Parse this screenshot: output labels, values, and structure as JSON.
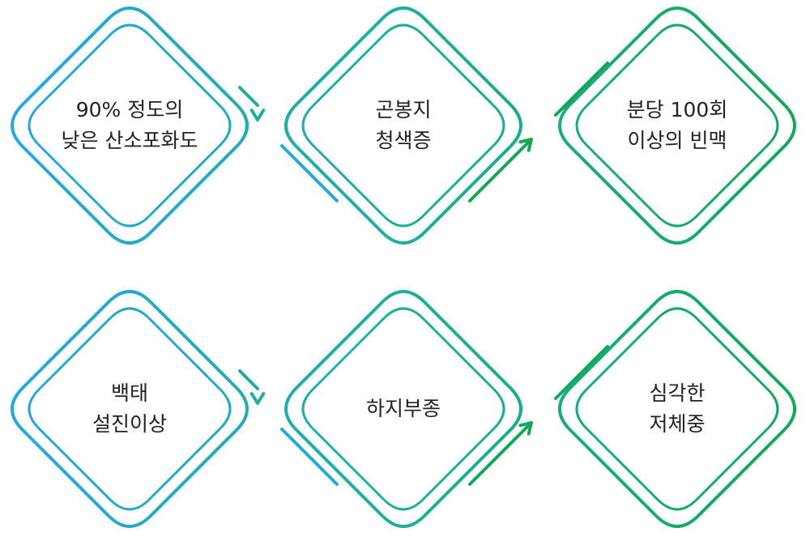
{
  "colors": {
    "blue": "#2aa7e0",
    "teal": "#1fae9a",
    "green": "#13a856",
    "text": "#222222"
  },
  "steps": [
    {
      "lines": [
        "90% 정도의",
        "낮은 산소포화도"
      ]
    },
    {
      "lines": [
        "곤봉지",
        "청색증"
      ]
    },
    {
      "lines": [
        "분당 100회",
        "이상의 빈맥"
      ]
    },
    {
      "lines": [
        "백태",
        "설진이상"
      ]
    },
    {
      "lines": [
        "하지부종"
      ]
    },
    {
      "lines": [
        "심각한",
        "저체중"
      ]
    }
  ]
}
